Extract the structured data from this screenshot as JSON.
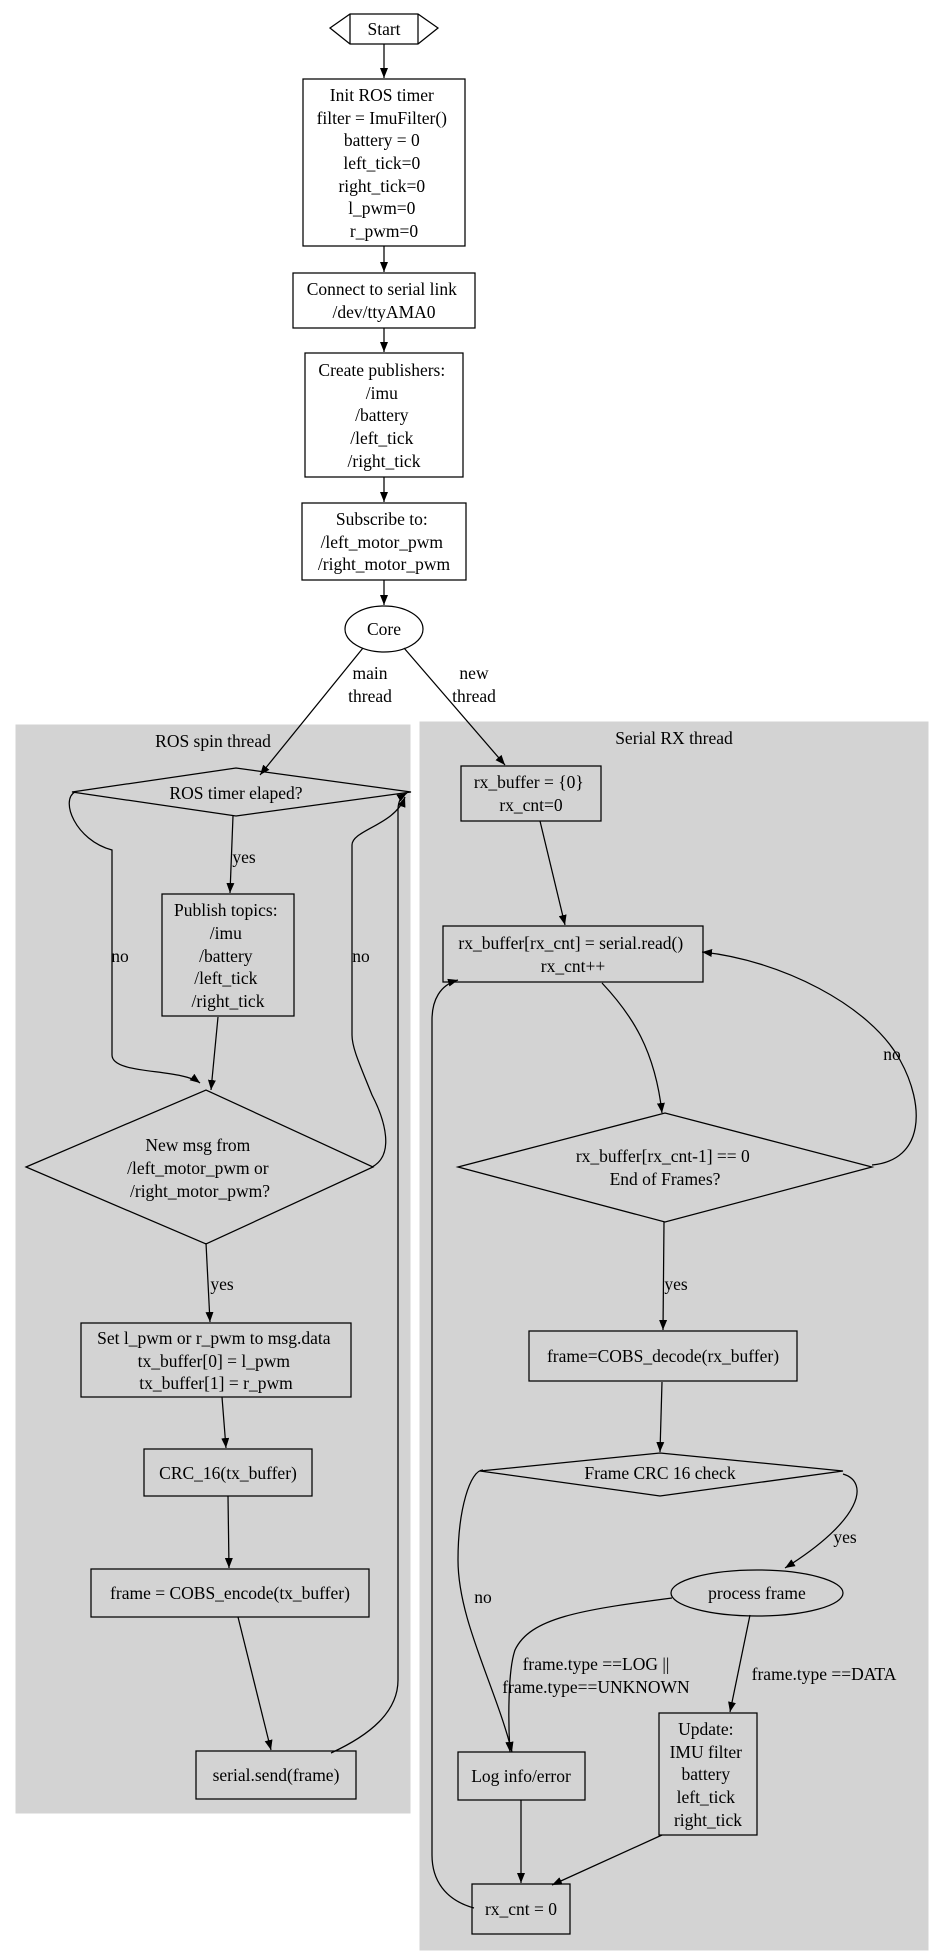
{
  "clusters": {
    "ros_spin": {
      "label": "ROS spin thread"
    },
    "serial_rx": {
      "label": "Serial RX thread"
    }
  },
  "nodes": {
    "start": {
      "lines": [
        "Start"
      ]
    },
    "init": {
      "lines": [
        "Init ROS timer",
        "filter = ImuFilter()",
        "battery = 0",
        "left_tick=0",
        "right_tick=0",
        "l_pwm=0",
        "r_pwm=0"
      ]
    },
    "connect": {
      "lines": [
        "Connect to serial link",
        "/dev/ttyAMA0"
      ]
    },
    "publishers": {
      "lines": [
        "Create publishers:",
        "/imu",
        "/battery",
        "/left_tick",
        "/right_tick"
      ]
    },
    "subscribe": {
      "lines": [
        "Subscribe to:",
        "/left_motor_pwm",
        "/right_motor_pwm"
      ]
    },
    "core": {
      "lines": [
        "Core"
      ]
    },
    "timer": {
      "lines": [
        "ROS timer elaped?"
      ]
    },
    "publish": {
      "lines": [
        "Publish topics:",
        "/imu",
        "/battery",
        "/left_tick",
        "/right_tick"
      ]
    },
    "newmsg": {
      "lines": [
        "New msg from",
        "/left_motor_pwm or",
        "/right_motor_pwm?"
      ]
    },
    "setpwm": {
      "lines": [
        "Set l_pwm or r_pwm to msg.data",
        "tx_buffer[0] = l_pwm",
        "tx_buffer[1] = r_pwm"
      ]
    },
    "crc16": {
      "lines": [
        "CRC_16(tx_buffer)"
      ]
    },
    "encode": {
      "lines": [
        "frame = COBS_encode(tx_buffer)"
      ]
    },
    "send": {
      "lines": [
        "serial.send(frame)"
      ]
    },
    "rxinit": {
      "lines": [
        "rx_buffer = {0}",
        "rx_cnt=0"
      ]
    },
    "rxread": {
      "lines": [
        "rx_buffer[rx_cnt] = serial.read()",
        "rx_cnt++"
      ]
    },
    "eof": {
      "lines": [
        "rx_buffer[rx_cnt-1] == 0",
        "End of Frames?"
      ]
    },
    "decode": {
      "lines": [
        "frame=COBS_decode(rx_buffer)"
      ]
    },
    "crccheck": {
      "lines": [
        "Frame CRC 16 check"
      ]
    },
    "process": {
      "lines": [
        "process frame"
      ]
    },
    "log": {
      "lines": [
        "Log info/error"
      ]
    },
    "update": {
      "lines": [
        "Update:",
        "IMU filter",
        "battery",
        "left_tick",
        "right_tick"
      ]
    },
    "rxreset": {
      "lines": [
        "rx_cnt = 0"
      ]
    }
  },
  "edge_labels": {
    "main_thread": [
      "main",
      "thread"
    ],
    "new_thread": [
      "new",
      "thread"
    ],
    "timer_yes": [
      "yes"
    ],
    "timer_no": [
      "no"
    ],
    "newmsg_no": [
      "no"
    ],
    "newmsg_yes": [
      "yes"
    ],
    "eof_no": [
      "no"
    ],
    "eof_yes": [
      "yes"
    ],
    "crc_yes": [
      "yes"
    ],
    "crc_no": [
      "no"
    ],
    "type_log": [
      "frame.type ==LOG ||",
      "frame.type==UNKNOWN"
    ],
    "type_data": [
      "frame.type ==DATA"
    ]
  },
  "colors": {
    "cluster_fill": "#d3d3d3",
    "stroke": "#000000",
    "background": "#ffffff"
  }
}
